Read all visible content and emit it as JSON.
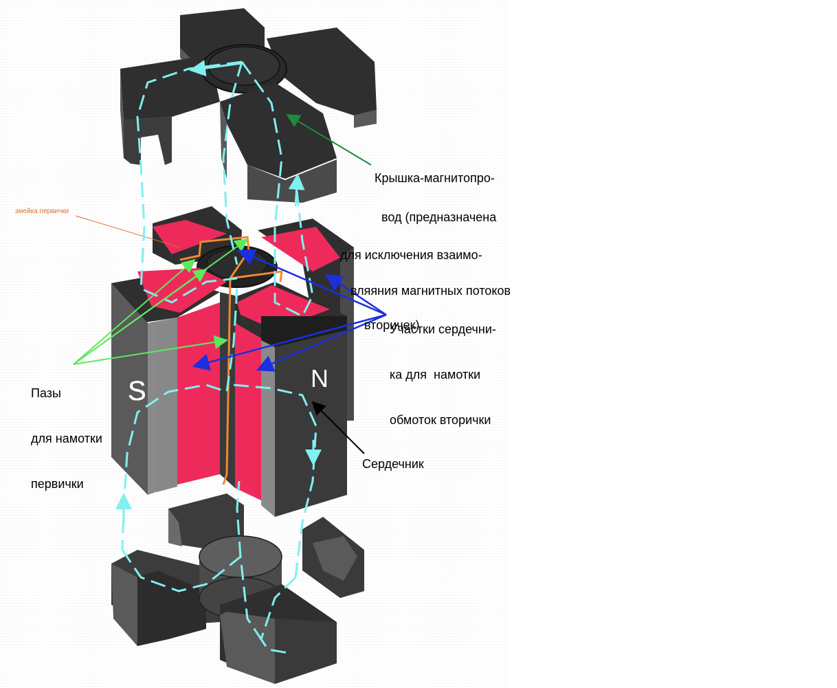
{
  "diagram": {
    "labels": {
      "cover_lines": [
        "Крышка-магнитопро-",
        "вод (предназначена",
        "для исключения взаимо-",
        "вляяния магнитных потоков",
        "вторичек)"
      ],
      "primary_snake": "змейка первички",
      "slots_lines": [
        "Пазы",
        "для намотки",
        "первички"
      ],
      "secondary_lines": [
        "Участки сердечни-",
        "ка для  намотки",
        "обмоток вторички"
      ],
      "core": "Сердечник",
      "pole_s": "S",
      "pole_n": "N"
    },
    "colors": {
      "ferrite_dark": "#2f2f2f",
      "ferrite_mid": "#5a5a5a",
      "ferrite_light": "#8a8a8a",
      "winding_red": "#ee2a5a",
      "flux_cyan": "#80f0f0",
      "arrow_green_dark": "#1f8a3a",
      "arrow_green_light": "#5ee85e",
      "arrow_blue": "#1a2fe0",
      "snake_orange": "#f08a30"
    }
  }
}
